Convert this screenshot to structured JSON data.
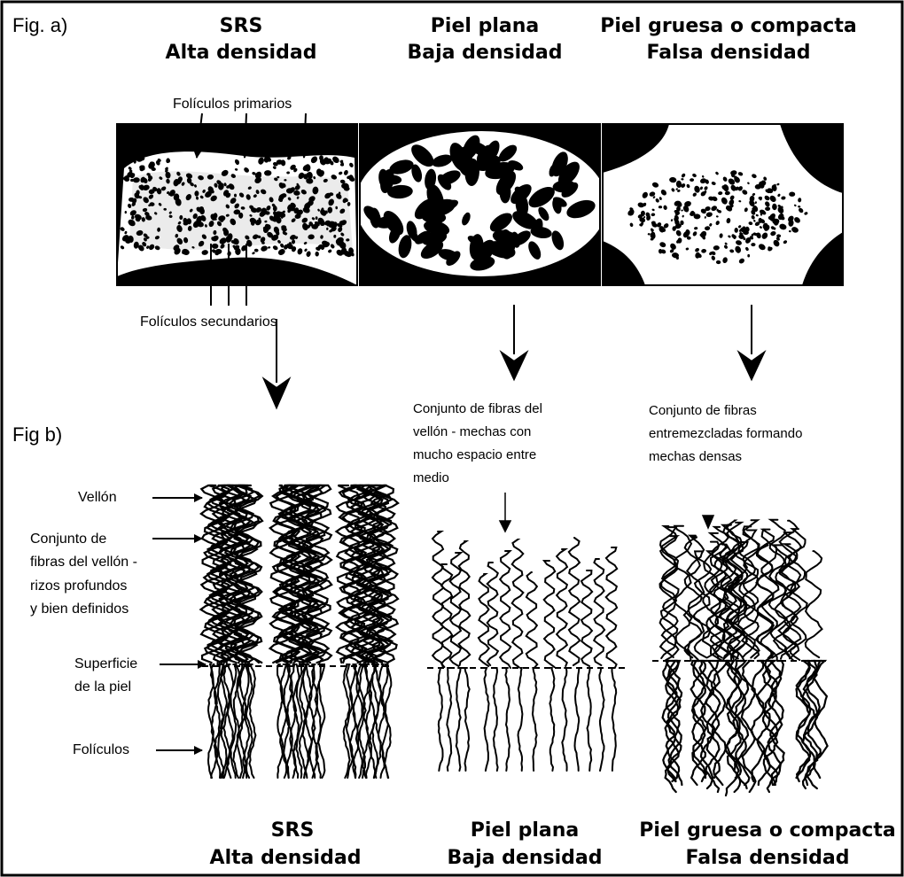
{
  "fig_a": {
    "label": "Fig. a)",
    "columns": [
      {
        "title": "SRS",
        "subtitle": "Alta densidad"
      },
      {
        "title": "Piel plana",
        "subtitle": "Baja densidad"
      },
      {
        "title": "Piel gruesa o compacta",
        "subtitle": "Falsa densidad"
      }
    ],
    "primary_follicles_label": "Folículos primarios",
    "secondary_follicles_label": "Folículos secundarios"
  },
  "fig_b": {
    "label": "Fig b)",
    "descriptions": {
      "flat": [
        "Conjunto de fibras del",
        "vellón - mechas con",
        "mucho espacio entre",
        "medio"
      ],
      "thick": [
        "Conjunto de fibras",
        "entremezcladas formando",
        "mechas densas"
      ]
    },
    "labels": {
      "fleece": "Vellón",
      "fiber_set": [
        "Conjunto de",
        "fibras del vellón -",
        "rizos profundos",
        "y bien definidos"
      ],
      "skin_surface": [
        "Superficie",
        "de la piel"
      ],
      "follicles": "Folículos"
    },
    "bottom_titles": [
      {
        "title": "SRS",
        "subtitle": "Alta densidad"
      },
      {
        "title": "Piel plana",
        "subtitle": "Baja densidad"
      },
      {
        "title": "Piel gruesa o compacta",
        "subtitle": "Falsa densidad"
      }
    ]
  },
  "colors": {
    "ink": "#000000",
    "paper": "#ffffff"
  }
}
